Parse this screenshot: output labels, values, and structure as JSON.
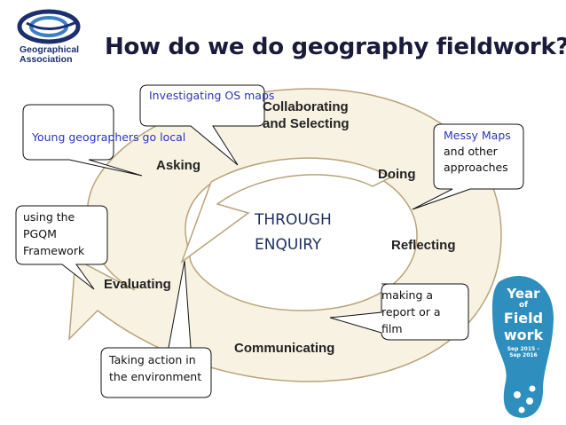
{
  "title": "How do we do geography fieldwork?",
  "logo": {
    "line1": "Geographical",
    "line2": "Association"
  },
  "cycle": {
    "stages": [
      "Collaborating",
      "and Selecting",
      "Asking",
      "Doing",
      "Reflecting",
      "Evaluating",
      "Communicating"
    ],
    "center": [
      "THROUGH",
      "ENQUIRY"
    ]
  },
  "callouts": {
    "investigating": "Investigating OS maps",
    "young": "Young geographers go local",
    "messy": [
      "Messy Maps",
      "and other",
      "approaches"
    ],
    "pgqm": [
      "using the",
      "PGQM",
      "Framework"
    ],
    "report": [
      "making a",
      "report or a",
      "film"
    ],
    "action": [
      "Taking action in",
      "the environment"
    ]
  },
  "badge": {
    "l1": "Year",
    "l2": "of",
    "l3": "Field",
    "l4": "work",
    "dates": "Sep 2015 – Sep 2016"
  },
  "colors": {
    "ring_fill": "#f8f2e2",
    "ring_stroke": "#b8a37a",
    "title": "#1a1a3a",
    "accent_blue": "#2a36b8",
    "badge": "#2e8fbf"
  }
}
